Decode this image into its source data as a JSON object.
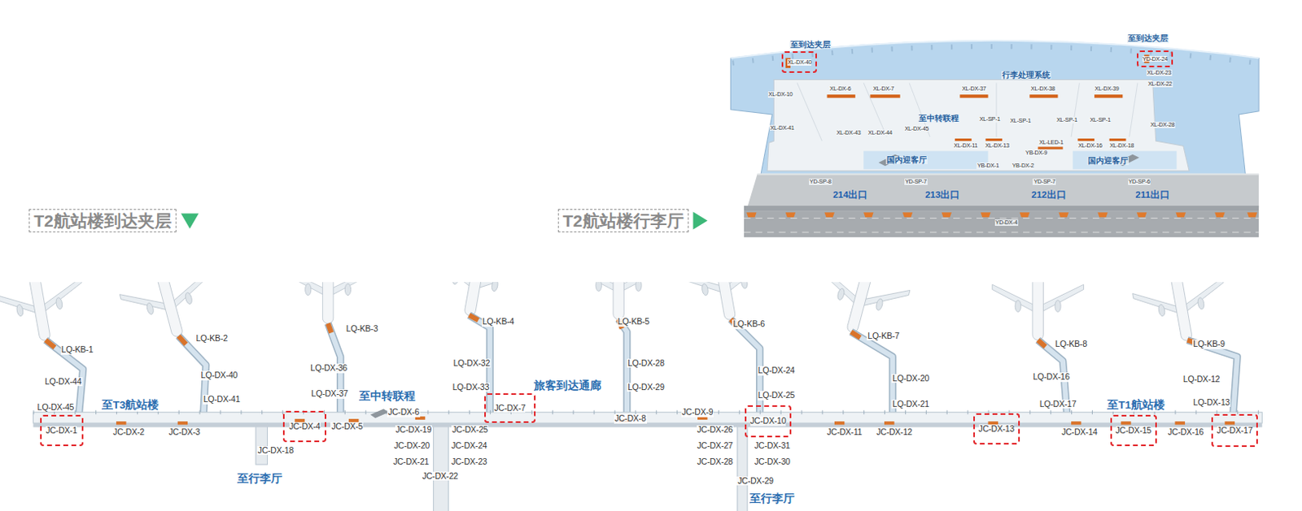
{
  "diagram": {
    "nodes": [
      {
        "text": [
          "XL-DX-40"
        ]
      },
      {
        "text": [
          "YD-DX-24"
        ]
      },
      {
        "text": [
          "T2航站楼到达夹层"
        ]
      },
      {
        "text": [
          "T2航站楼行李厅"
        ]
      },
      {
        "text": [
          "JC-DX-1"
        ]
      },
      {
        "text": [
          "JC-DX-4"
        ]
      },
      {
        "text": [
          "JC-DX-7"
        ]
      },
      {
        "text": [
          "JC-DX-10"
        ]
      },
      {
        "text": [
          "JC-DX-13"
        ]
      },
      {
        "text": [
          "JC-DX-15"
        ]
      },
      {
        "text": [
          "JC-DX-17"
        ]
      }
    ],
    "labels": [
      "至到达夹层",
      "至到达夹层",
      "XL-DX-23",
      "XL-DX-22",
      "行李处理系统",
      "XL-DX-10",
      "XL-DX-6",
      "XL-DX-7",
      "XL-DX-37",
      "XL-DX-38",
      "XL-DX-39",
      "XL-DX-41",
      "至中转联程",
      "XL-SP-1",
      "XL-SP-1",
      "XL-SP-1",
      "XL-SP-1",
      "XL-DX-43",
      "XL-DX-44",
      "XL-DX-45",
      "XL-DX-28",
      "XL-DX-11",
      "XL-DX-13",
      "XL-LED-1",
      "YB-DX-9",
      "XL-DX-16",
      "XL-DX-18",
      "国内迎客厅",
      "国内迎客厅",
      "YB-DX-1",
      "YB-DX-2",
      "YD-SP-8",
      "YD-SP-7",
      "YD-SP-7",
      "YD-SP-6",
      "214出口",
      "213出口",
      "212出口",
      "211出口",
      "YD-DX-4",
      "LQ-KB-1",
      "LQ-DX-44",
      "LQ-DX-45",
      "至T3航站楼",
      "LQ-KB-2",
      "LQ-DX-40",
      "LQ-DX-41",
      "LQ-KB-3",
      "LQ-DX-36",
      "LQ-DX-37",
      "至中转联程",
      "LQ-KB-4",
      "LQ-DX-32",
      "LQ-DX-33",
      "旅客到达通廊",
      "LQ-KB-5",
      "LQ-DX-28",
      "LQ-DX-29",
      "LQ-KB-6",
      "LQ-DX-24",
      "LQ-DX-25",
      "LQ-KB-7",
      "LQ-DX-20",
      "LQ-DX-21",
      "LQ-KB-8",
      "LQ-DX-16",
      "LQ-DX-17",
      "至T1航站楼",
      "LQ-KB-9",
      "LQ-DX-12",
      "LQ-DX-13",
      "JC-DX-2",
      "JC-DX-3",
      "JC-DX-5",
      "JC-DX-18",
      "至行李厅",
      "JC-DX-6",
      "JC-DX-19",
      "JC-DX-20",
      "JC-DX-21",
      "JC-DX-22",
      "JC-DX-25",
      "JC-DX-24",
      "JC-DX-23",
      "JC-DX-8",
      "JC-DX-9",
      "JC-DX-26",
      "JC-DX-27",
      "JC-DX-28",
      "JC-DX-31",
      "JC-DX-30",
      "JC-DX-29",
      "至行李厅",
      "JC-DX-11",
      "JC-DX-12",
      "JC-DX-14",
      "JC-DX-16"
    ]
  }
}
